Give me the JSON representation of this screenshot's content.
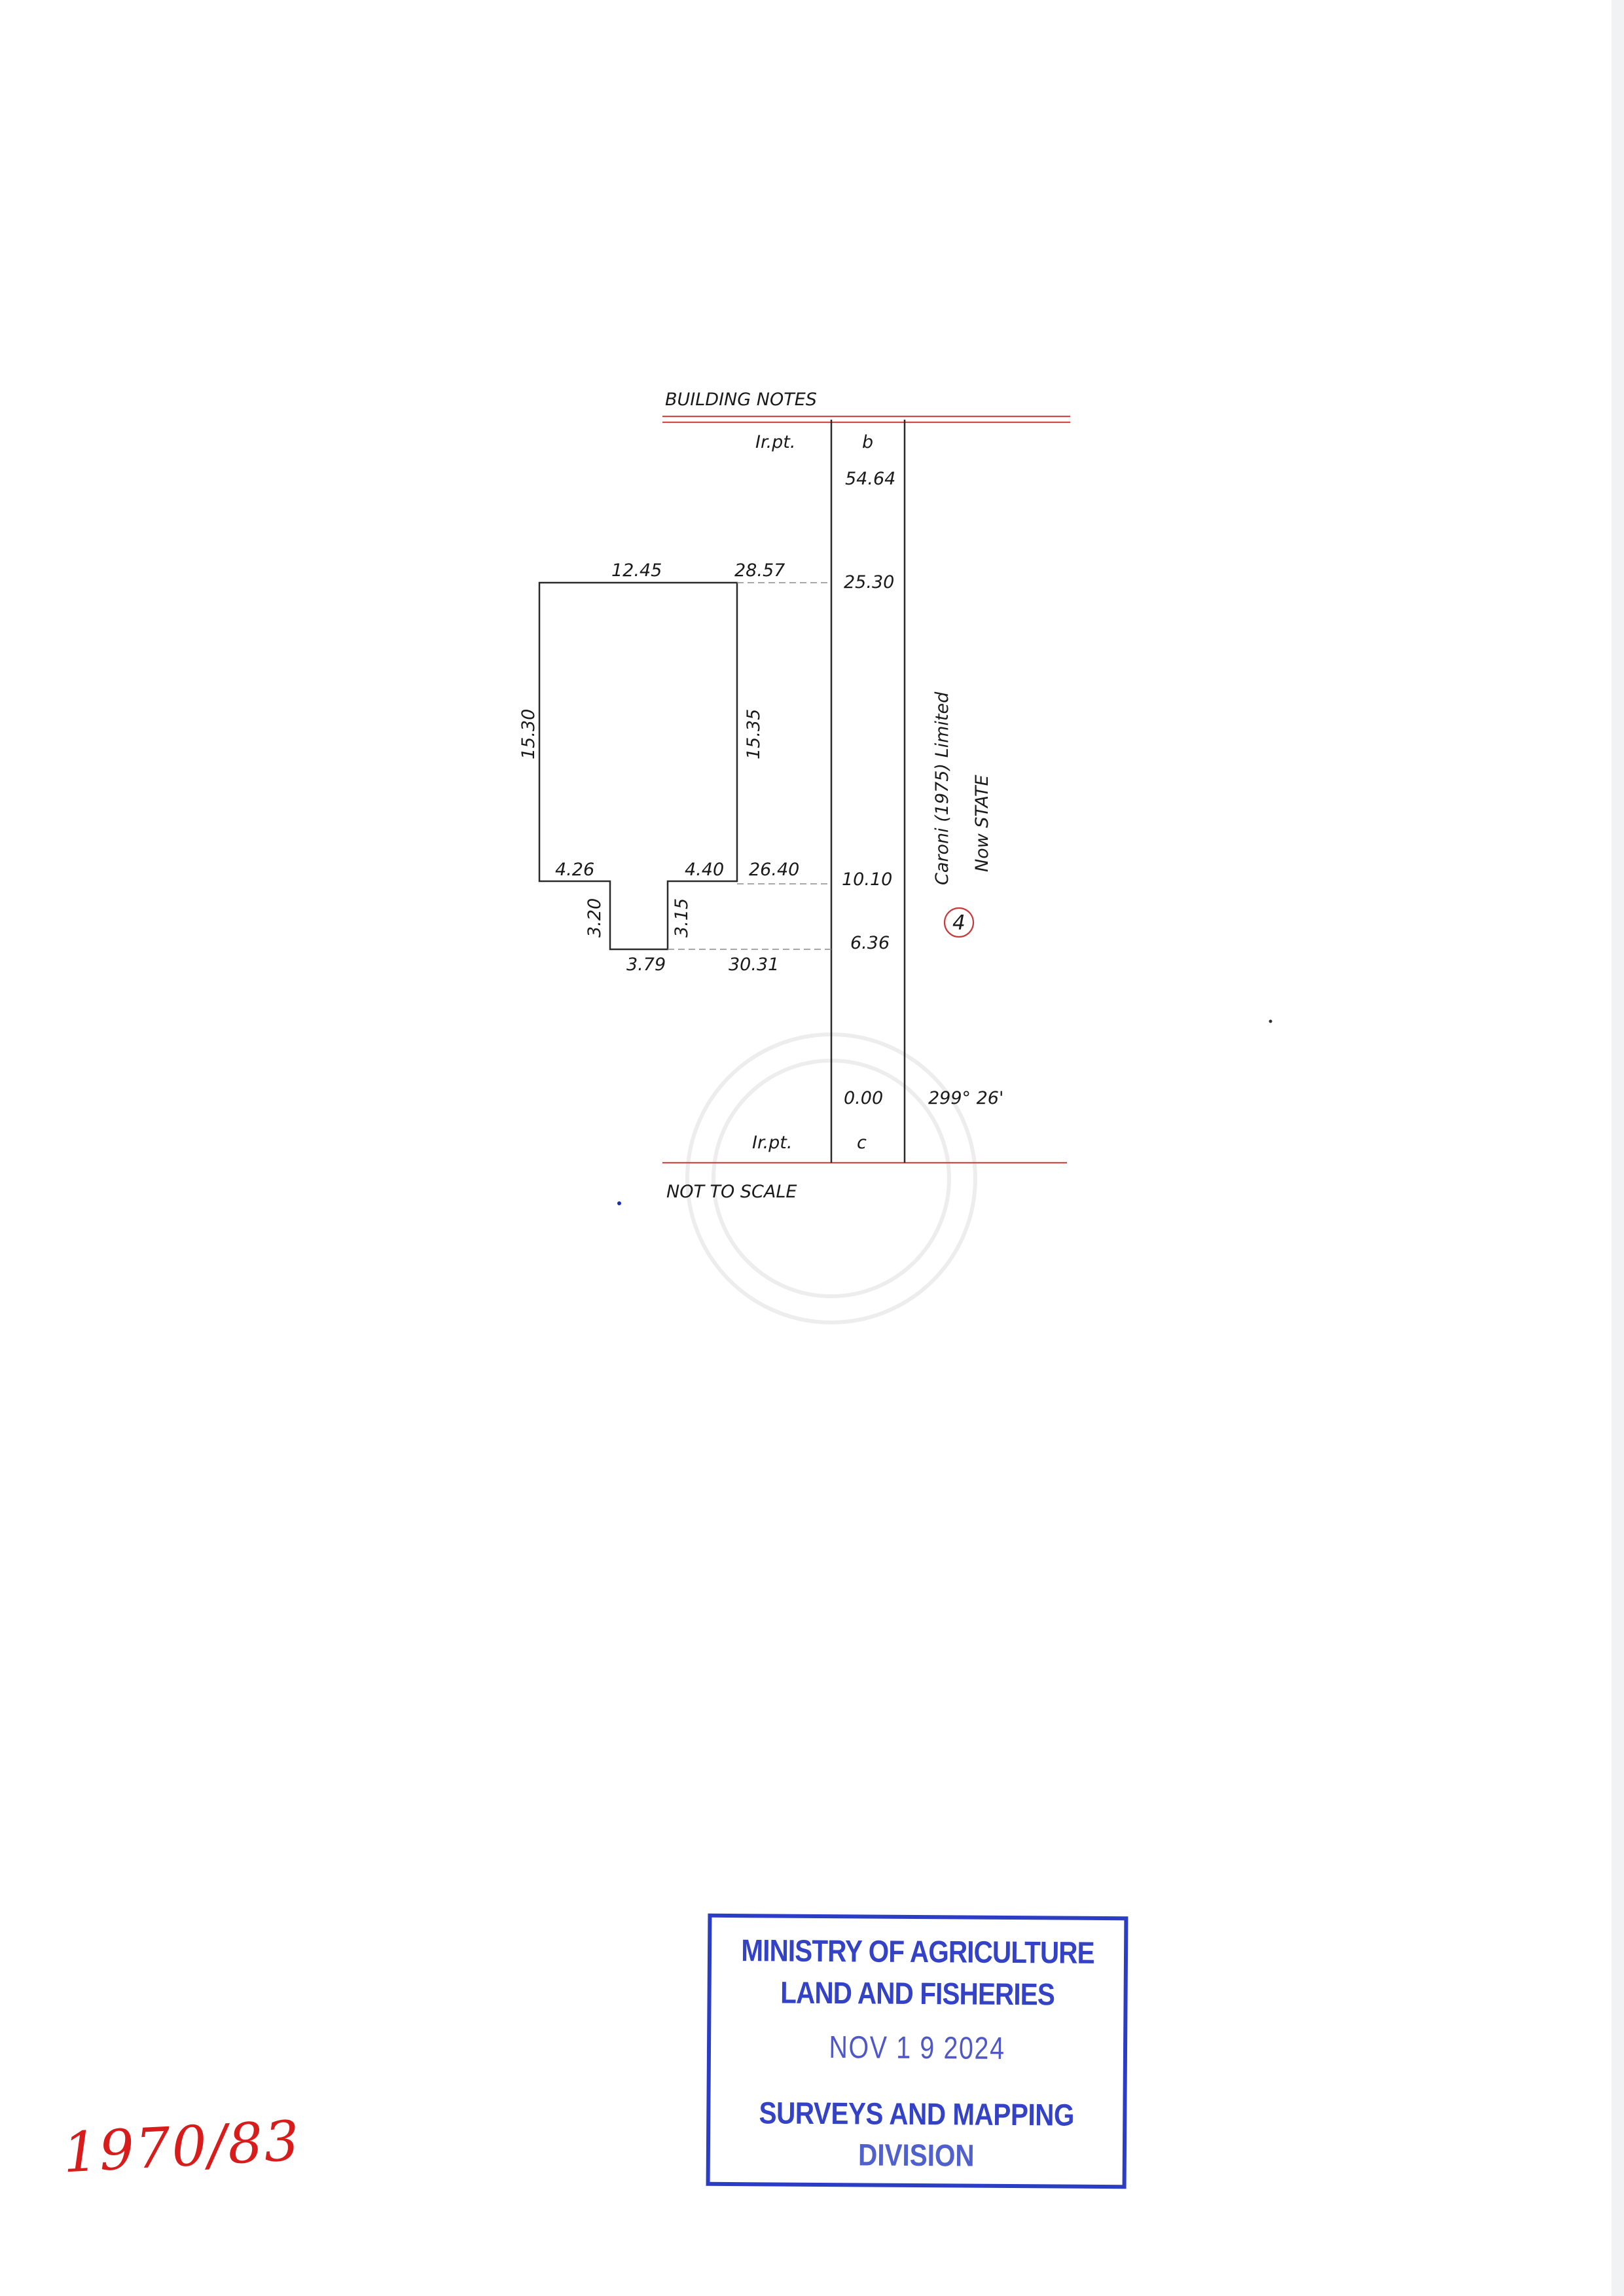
{
  "plan": {
    "heading": "BUILDING NOTES",
    "footer": "NOT TO SCALE",
    "top_point_label": "Ir.pt.",
    "top_point_letter": "b",
    "bottom_point_label": "Ir.pt.",
    "bottom_point_letter": "c",
    "chainages": [
      "54.64",
      "25.30",
      "10.10",
      "6.36",
      "0.00"
    ],
    "bearing": "299°  26'",
    "neighbour_line1": "Caroni (1975) Limited",
    "neighbour_line2": "Now STATE",
    "lot_number": "4"
  },
  "building": {
    "top": "12.45",
    "offset_top": "28.57",
    "left": "15.30",
    "right": "15.35",
    "bottom_left": "4.26",
    "bottom_right": "4.40",
    "offset_mid": "26.40",
    "notch_left": "3.20",
    "notch_right": "3.15",
    "notch_bottom": "3.79",
    "offset_bottom": "30.31"
  },
  "stamp": {
    "line1": "MINISTRY OF AGRICULTURE",
    "line2": "LAND AND FISHERIES",
    "date": "NOV 1 9 2024",
    "line3": "SURVEYS AND MAPPING",
    "line4": "DIVISION",
    "color": "#2b3dc4"
  },
  "handwritten_reference": "1970/83",
  "colors": {
    "boundary_red": "#d24b4b",
    "reference_red": "#d81c1c"
  }
}
